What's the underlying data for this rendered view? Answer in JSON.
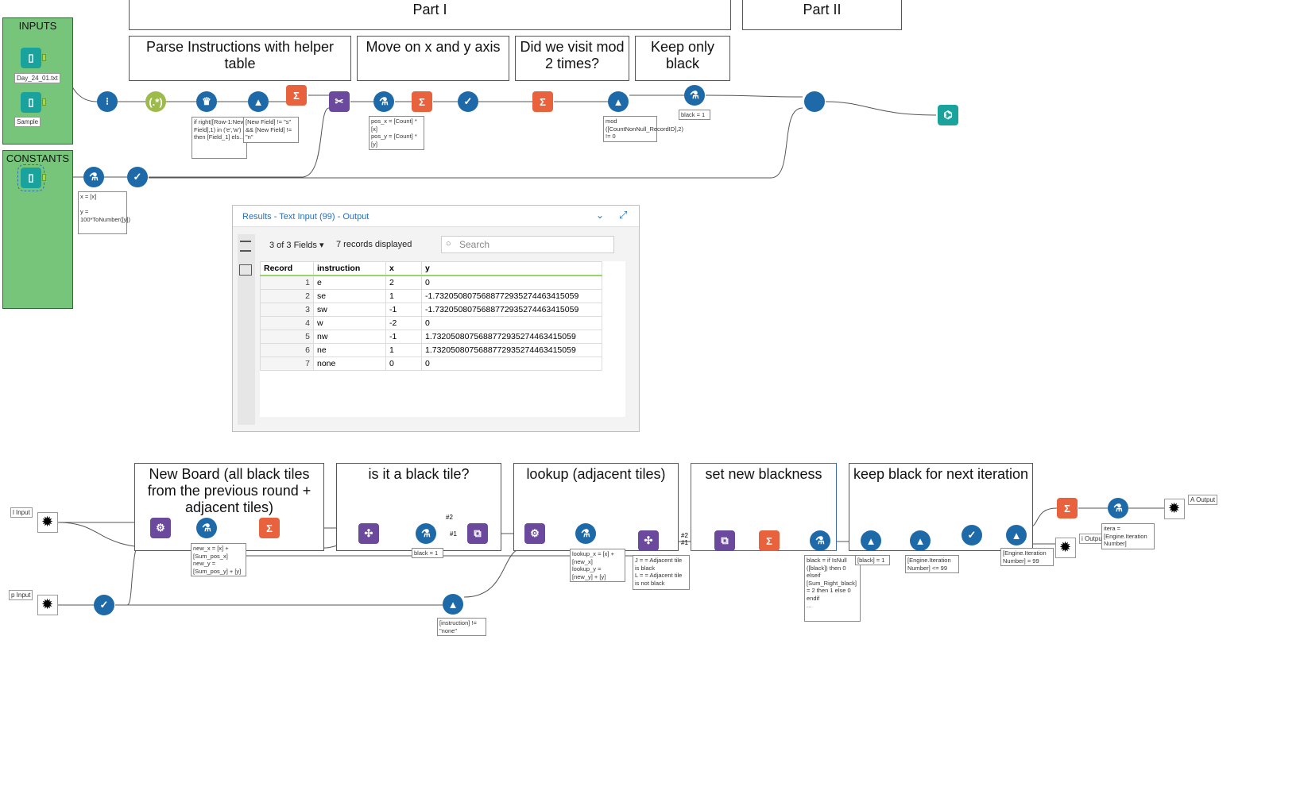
{
  "headers": {
    "part1": "Part I",
    "part2": "Part II"
  },
  "containers": {
    "inputs": "INPUTS",
    "constants": "CONSTANTS"
  },
  "input_files": {
    "day": "Day_24_01.txt",
    "sample": "Sample"
  },
  "comment_boxes_top": [
    "Parse Instructions with helper table",
    "Move on x and y axis",
    "Did we visit mod 2 times?",
    "Keep only black"
  ],
  "comment_boxes_bottom": [
    "New Board (all black tiles from the previous round + adjacent tiles)",
    "is it a black tile?",
    "lookup  (adjacent tiles)",
    "set new blackness",
    "keep black for next iteration"
  ],
  "annotations": {
    "regex_filter": "if right([Row-1:New Field],1) in ('e','w') then [Field_1] els...",
    "filter_ns": "[New Field] != \"s\" && [New Field] != \"n\"",
    "pos": "pos_x = [Count] * [x]\npos_y = [Count] * [y]",
    "mod": "mod ([CountNonNull_RecordID],2) != 0",
    "black1": "black = 1",
    "xy": "x = [x]\n\ny = 100*ToNumber([y])",
    "newxy": "new_x = [x] + [Sum_pos_x]\nnew_y = [Sum_pos_y] + [y]",
    "black2": "black = 1",
    "lookup": "lookup_x = [x] + [new_x]\nlookup_y = [new_y] + [y]",
    "join": "J = = Adjacent tile is black\nL = = Adjacent tile is not black",
    "blackness": "black = if IsNull ([black]) then 0\nelseif [Sum_Right_black] = 2 then 1 else 0\nendif\n...",
    "black_eq": "[black] = 1",
    "iter99": "[Engine.Iteration Number] <= 99",
    "iter_eq": "[Engine.Iteration Number] = 99",
    "instr": "[instruction] != \"none\"",
    "itera": "itera = [Engine.Iteration Number]"
  },
  "macro_labels": {
    "input1": "l Input",
    "input2": "p Input",
    "output1": "A Output",
    "output2": "i Output"
  },
  "join_labels": {
    "j1": "#2",
    "j2": "#1",
    "j3": "#2",
    "j4": "#1"
  },
  "results": {
    "title": "Results - Text Input (99) - Output",
    "fields": "3 of 3 Fields",
    "records": "7 records displayed",
    "search_placeholder": "Search",
    "columns": [
      "Record",
      "instruction",
      "x",
      "y"
    ],
    "rows": [
      [
        "1",
        "e",
        "2",
        "0"
      ],
      [
        "2",
        "se",
        "1",
        "-1.7320508075688772935274463415059"
      ],
      [
        "3",
        "sw",
        "-1",
        "-1.7320508075688772935274463415059"
      ],
      [
        "4",
        "w",
        "-2",
        "0"
      ],
      [
        "5",
        "nw",
        "-1",
        "1.7320508075688772935274463415059"
      ],
      [
        "6",
        "ne",
        "1",
        "1.7320508075688772935274463415059"
      ],
      [
        "7",
        "none",
        "0",
        "0"
      ]
    ]
  },
  "colors": {
    "container_green": "#77c57a",
    "tool_blue": "#1e6aa8",
    "tool_orange": "#e8623d",
    "tool_purple": "#6b4a9e",
    "anchor_green": "#a6d84e",
    "link_blue": "#2b6fb6"
  }
}
